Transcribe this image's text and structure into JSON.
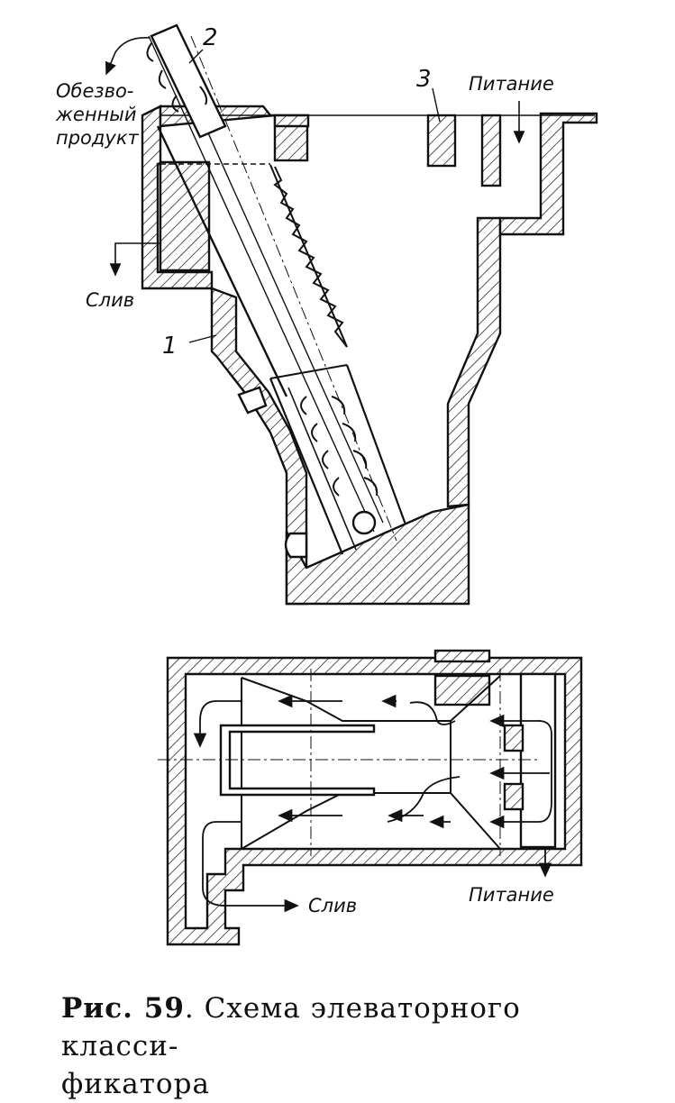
{
  "labels": {
    "dewatered_line1": "Обезво-",
    "dewatered_line2": "женный",
    "dewatered_line3": "продукт",
    "feed_top": "Питание",
    "drain_top": "Слив",
    "num_1": "1",
    "num_2": "2",
    "num_3": "3",
    "drain_bottom": "Слив",
    "feed_bottom": "Питание"
  },
  "caption": {
    "prefix": "Рис. 59",
    "text": ". Схема элеваторного класси-",
    "line2": "фикатора"
  },
  "colors": {
    "ink": "#111111",
    "paper": "#ffffff"
  }
}
